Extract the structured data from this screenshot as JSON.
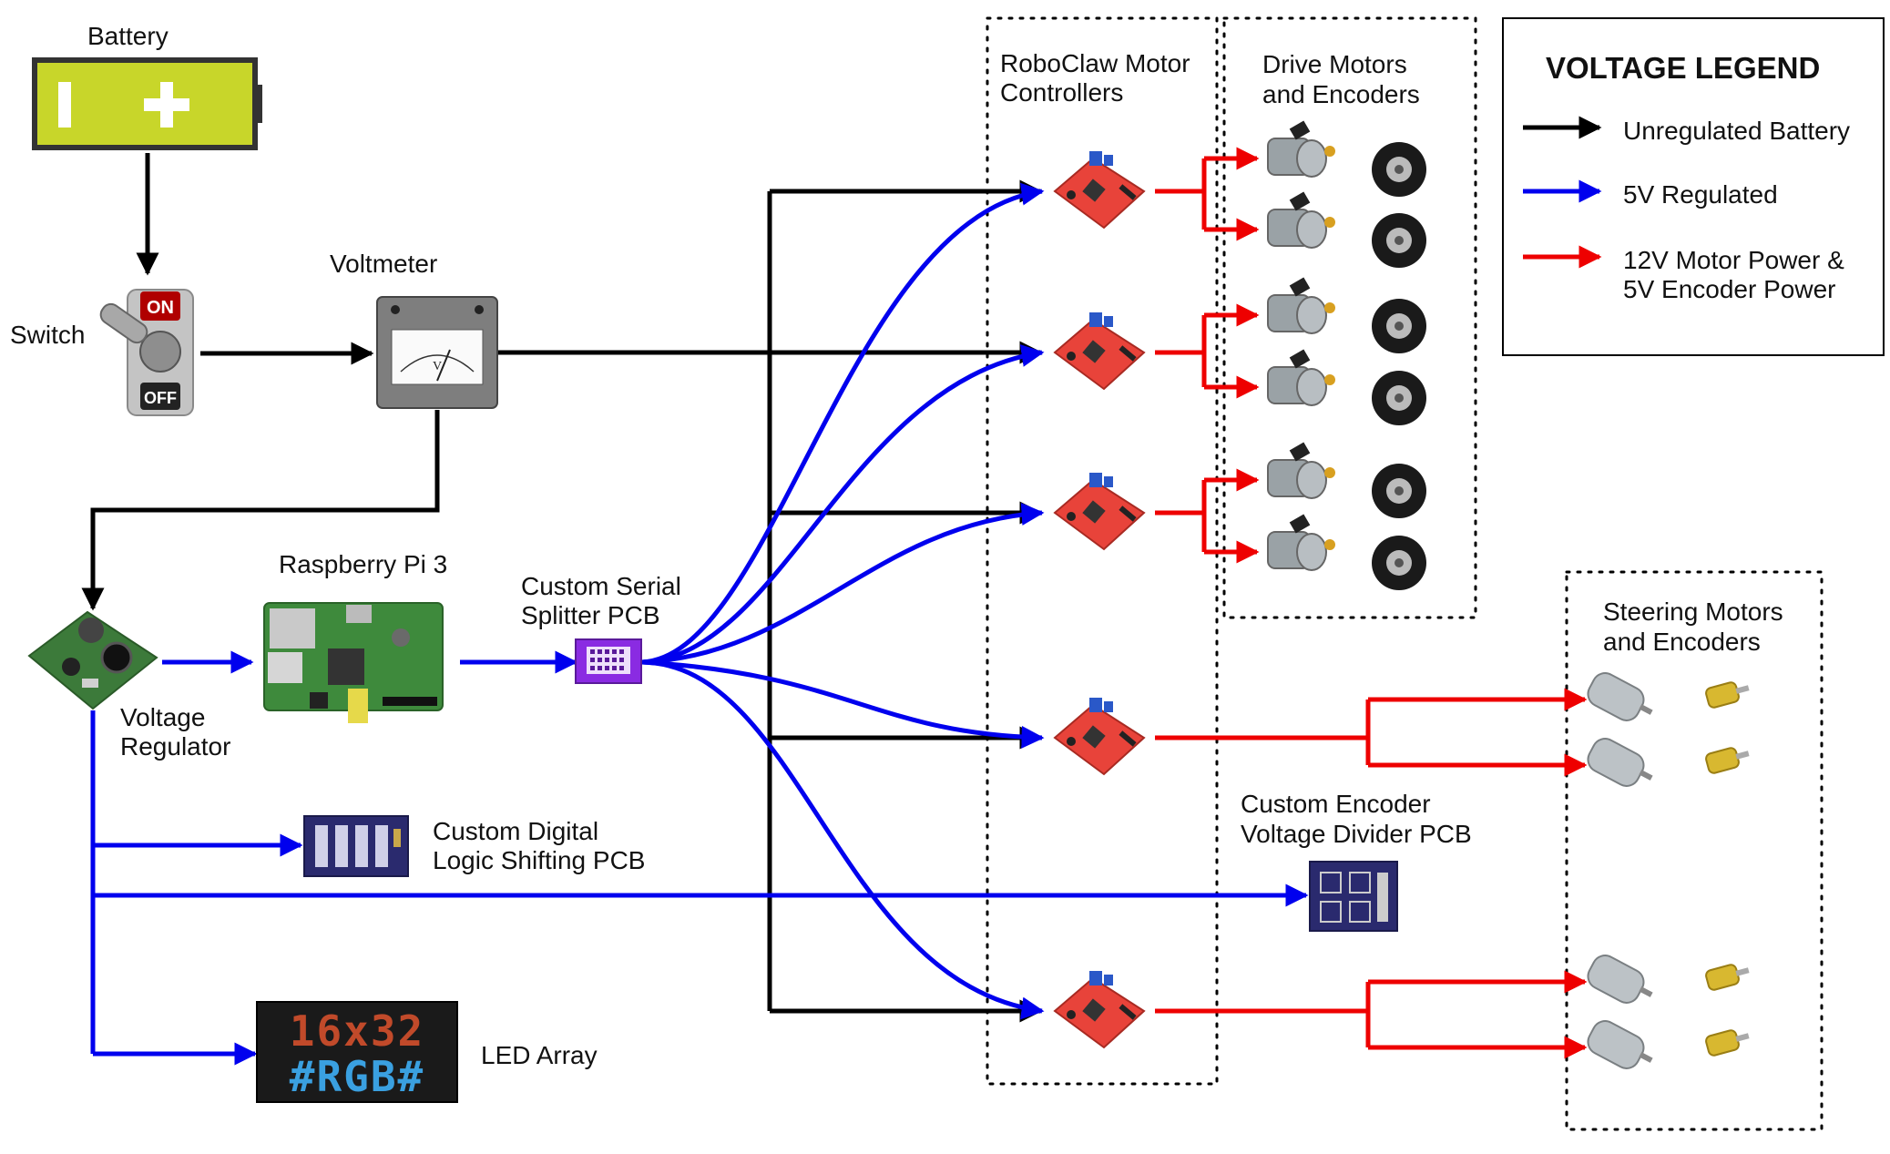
{
  "labels": {
    "battery": "Battery",
    "switch": "Switch",
    "voltmeter": "Voltmeter",
    "raspberry_pi": "Raspberry Pi 3",
    "serial_splitter": [
      "Custom Serial",
      "Splitter PCB"
    ],
    "voltage_regulator": [
      "Voltage",
      "Regulator"
    ],
    "logic_shifting": [
      "Custom Digital",
      "Logic Shifting PCB"
    ],
    "led_array": "LED Array",
    "roboclaw": [
      "RoboClaw Motor",
      "Controllers"
    ],
    "drive_motors": [
      "Drive Motors",
      "and Encoders"
    ],
    "steering_motors": [
      "Steering Motors",
      "and Encoders"
    ],
    "encoder_divider": [
      "Custom Encoder",
      "Voltage Divider PCB"
    ]
  },
  "component_text": {
    "switch_on": "ON",
    "switch_off": "OFF",
    "voltmeter_unit": "V",
    "led_line1": "16x32",
    "led_line2": "#RGB#"
  },
  "legend": {
    "title": "VOLTAGE LEGEND",
    "items": [
      {
        "label": [
          "Unregulated Battery"
        ],
        "color": "#000000"
      },
      {
        "label": [
          "5V Regulated"
        ],
        "color": "#0000ee"
      },
      {
        "label": [
          "12V Motor Power &",
          "5V Encoder Power"
        ],
        "color": "#ee0000"
      }
    ]
  },
  "colors": {
    "unregulated": "#000000",
    "regulated_5v": "#0000ee",
    "motor_power": "#ee0000",
    "battery_body": "#c8d62a",
    "pcb_red": "#e8433a",
    "pcb_green": "#3c7a3a",
    "pcb_purple": "#8a2be2",
    "pcb_navy": "#2a2a6e"
  }
}
